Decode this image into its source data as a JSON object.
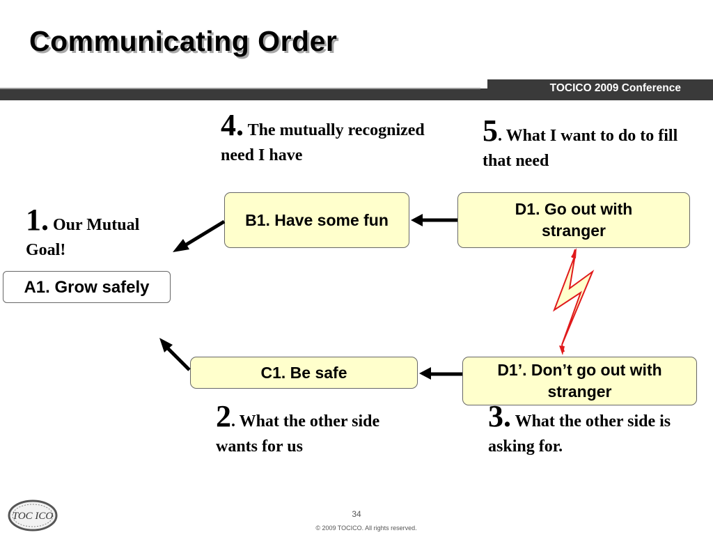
{
  "title": "Communicating Order",
  "banner": {
    "text": "TOCICO 2009 Conference"
  },
  "boxes": {
    "a1": "A1. Grow safely",
    "b1": "B1. Have some fun",
    "d1": "D1. Go out with stranger",
    "c1": "C1. Be safe",
    "d1_prime": "D1’. Don’t go out with stranger"
  },
  "notes": {
    "n1": {
      "num": "1.",
      "text": " Our Mutual Goal!"
    },
    "n2": {
      "num": "2",
      "text": ". What the other side wants for us"
    },
    "n3": {
      "num": "3.",
      "text": " What the other side is asking for."
    },
    "n4": {
      "num": "4.",
      "text": " The mutually recognized need I have"
    },
    "n5": {
      "num": "5",
      "text": ". What I want to do to fill that need"
    }
  },
  "footer": {
    "page_number": "34",
    "copyright": "© 2009 TOCICO. All rights reserved.",
    "logo_text": "TOC ICO"
  },
  "colors": {
    "box_fill": "#ffffcc",
    "banner_dark": "#3a3a3a",
    "banner_light": "#7a7a7a",
    "conflict_line": "#e0191b",
    "conflict_fill": "#ffffcc"
  }
}
